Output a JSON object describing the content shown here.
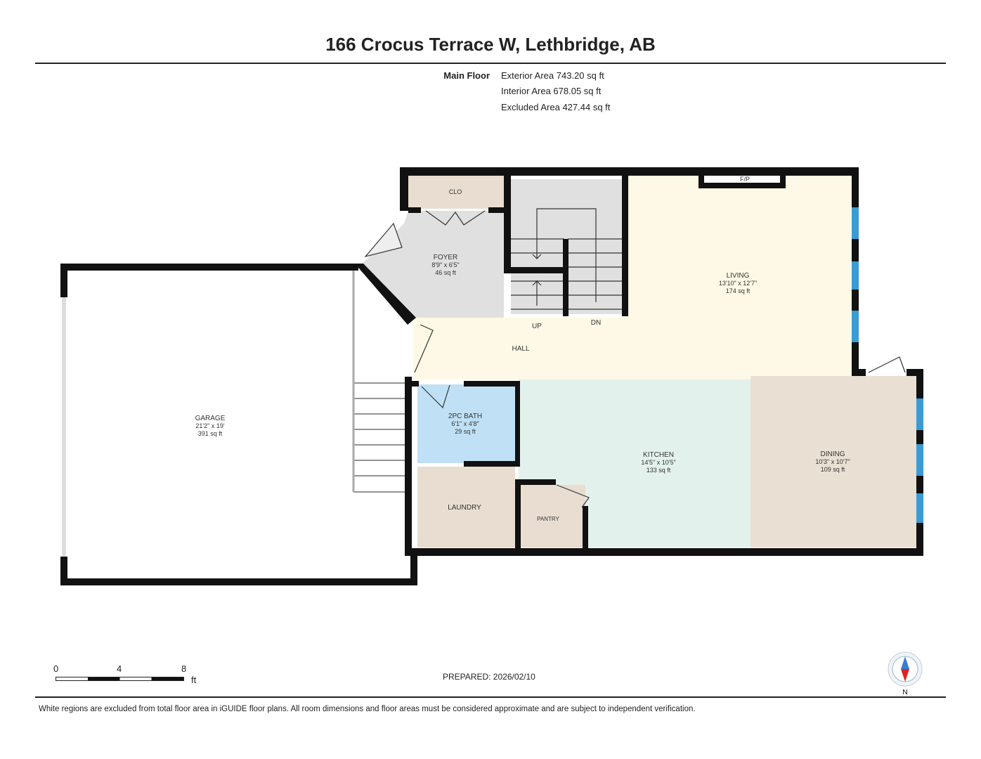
{
  "title": "166 Crocus Terrace W, Lethbridge, AB",
  "floor": {
    "name": "Main Floor",
    "exterior_area": "Exterior Area 743.20 sq ft",
    "interior_area": "Interior Area 678.05 sq ft",
    "excluded_area": "Excluded Area 427.44 sq ft"
  },
  "rooms": {
    "garage": {
      "name": "GARAGE",
      "dims": "21'2\" x 19'",
      "area": "391 sq ft"
    },
    "clo": {
      "name": "CLO"
    },
    "foyer": {
      "name": "FOYER",
      "dims": "8'9\" x 6'5\"",
      "area": "46 sq ft"
    },
    "living": {
      "name": "LIVING",
      "dims": "13'10\" x 12'7\"",
      "area": "174 sq ft"
    },
    "fp": {
      "name": "F/P"
    },
    "hall": {
      "name": "HALL"
    },
    "up": {
      "name": "UP"
    },
    "dn": {
      "name": "DN"
    },
    "bath": {
      "name": "2PC BATH",
      "dims": "6'1\" x 4'8\"",
      "area": "29 sq ft"
    },
    "kitchen": {
      "name": "KITCHEN",
      "dims": "14'5\" x 10'5\"",
      "area": "133 sq ft"
    },
    "dining": {
      "name": "DINING",
      "dims": "10'3\" x 10'7\"",
      "area": "109 sq ft"
    },
    "laundry": {
      "name": "LAUNDRY"
    },
    "pantry": {
      "name": "PANTRY"
    }
  },
  "colors": {
    "wall": "#111111",
    "window": "#3a9bd5",
    "cream": "#fdf9e6",
    "tan": "#e8ddd0",
    "gray": "#e0e0e0",
    "blue": "#bfe0f5",
    "mint": "#e3f1ec"
  },
  "scale_bar": {
    "labels": [
      "0",
      "4",
      "8"
    ],
    "unit": "ft"
  },
  "prepared": "PREPARED: 2026/02/10",
  "compass": {
    "label": "N"
  },
  "disclaimer": "White regions are excluded from total floor area in iGUIDE floor plans. All room dimensions and floor areas must be considered approximate and are subject to independent verification."
}
